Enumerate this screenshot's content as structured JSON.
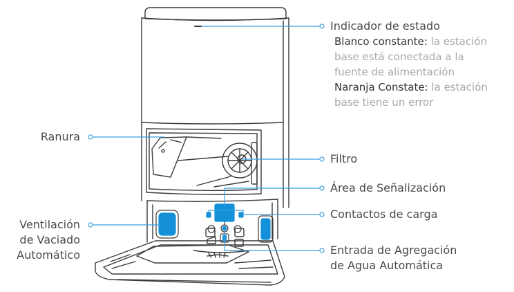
{
  "colors": {
    "outline": "#3a3a3a",
    "accent": "#1490d8",
    "callout_line": "#3a9ee0",
    "label_text": "#4a4a4a",
    "description_gray": "#a8a8a8"
  },
  "labels": {
    "status_indicator": "Indicador de estado",
    "status_white_key": "Blanco constante:",
    "status_white_value_1": "la estación",
    "status_white_value_2": "base está conectada a la",
    "status_white_value_3": "fuente de alimentación",
    "status_orange_key": "Naranja Constate:",
    "status_orange_value_1": "la estación",
    "status_orange_value_2": "base tiene un error",
    "slot": "Ranura",
    "filter": "Filtro",
    "signal_area": "Área de Señalización",
    "charging_contacts": "Contactos de carga",
    "auto_empty_vent_line1": "Ventilación",
    "auto_empty_vent_line2": "de Vaciado",
    "auto_empty_vent_line3": "Automático",
    "water_inlet_line1": "Entrada de Agregación",
    "water_inlet_line2": "de Agua Automática"
  }
}
